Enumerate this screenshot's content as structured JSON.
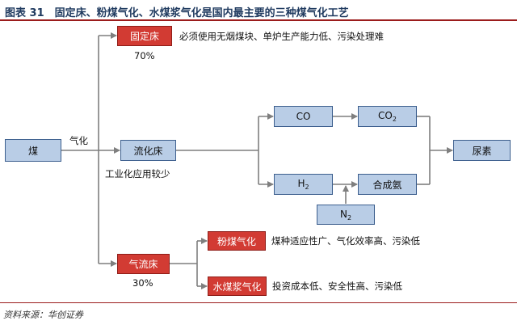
{
  "title": "图表 31　固定床、粉煤气化、水煤浆气化是国内最主要的三种煤气化工艺",
  "source": "资料来源：华创证券",
  "nodes": {
    "coal": "煤",
    "fixed_bed": "固定床",
    "fluidized_bed": "流化床",
    "entrained_flow": "气流床",
    "co": "CO",
    "co2_main": "CO",
    "co2_sub": "2",
    "h2_main": "H",
    "h2_sub": "2",
    "n2_main": "N",
    "n2_sub": "2",
    "ammonia": "合成氨",
    "urea": "尿素",
    "pulverized_coal": "粉煤气化",
    "coal_water_slurry": "水煤浆气化"
  },
  "labels": {
    "gasification": "气化",
    "fixed_bed_pct": "70%",
    "entrained_flow_pct": "30%",
    "fixed_bed_note": "必须使用无烟煤块、单炉生产能力低、污染处理难",
    "fluidized_bed_note": "工业化应用较少",
    "pulverized_coal_note": "煤种适应性广、气化效率高、污染低",
    "coal_water_slurry_note": "投资成本低、安全性高、污染低"
  },
  "colors": {
    "blue_box": "#b9cde6",
    "red_box": "#d23b33",
    "line": "#7f7f7f",
    "title": "#1f3a5f",
    "rule": "#9b1c1c"
  }
}
